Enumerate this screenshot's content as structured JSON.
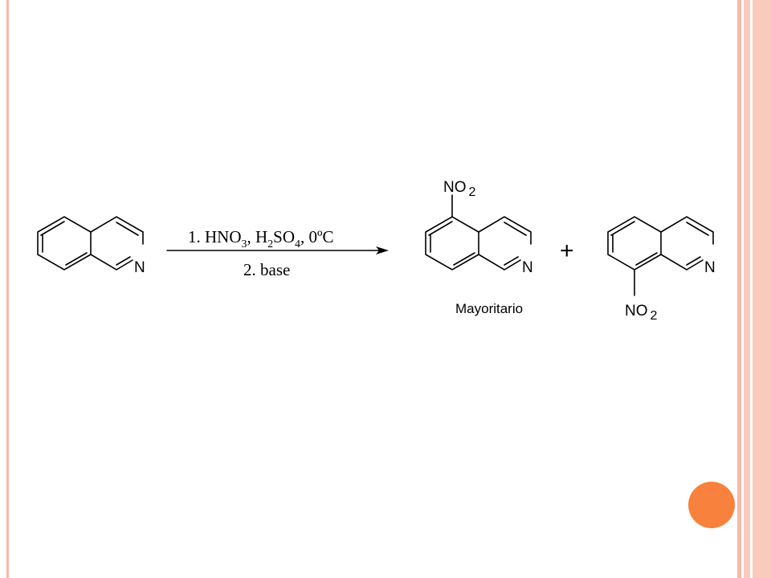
{
  "theme": {
    "background": "#ffffff",
    "frame_color": "#f4b9a8",
    "band_color": "#f9cbbd",
    "accent_color": "#f8813e",
    "ink": "#000000"
  },
  "reaction": {
    "conditions_step1": {
      "n1": "1. HNO",
      "s1": "3",
      "p1": ", H",
      "s2": "2",
      "p2": "SO",
      "s3": "4",
      "p3": ", 0ºC"
    },
    "conditions_step2": "2. base",
    "plus_sign": "+",
    "reactant": {
      "hetero_label": "N"
    },
    "product_major": {
      "hetero_label": "N",
      "group": "NO",
      "group_sub": "2",
      "caption": "Mayoritario"
    },
    "product_minor": {
      "hetero_label": "N",
      "group": "NO",
      "group_sub": "2"
    }
  }
}
